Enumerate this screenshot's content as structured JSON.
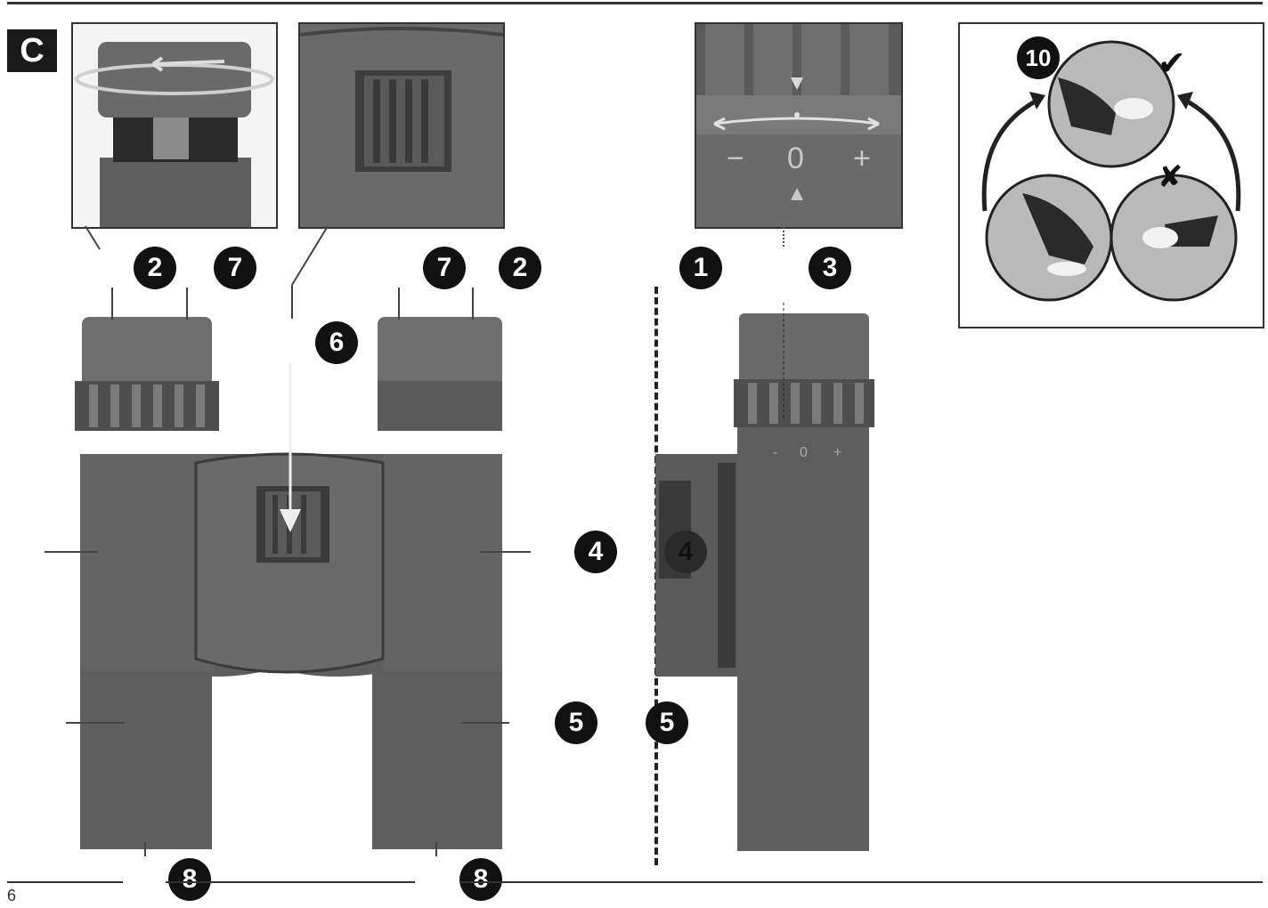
{
  "section_label": "C",
  "page_number": "6",
  "callouts": {
    "c1": "1",
    "c2a": "2",
    "c2b": "2",
    "c3": "3",
    "c4a": "4",
    "c4b": "4",
    "c5a": "5",
    "c5b": "5",
    "c6": "6",
    "c7a": "7",
    "c7b": "7",
    "c8a": "8",
    "c8b": "8",
    "c10": "10"
  },
  "diopter_scale": {
    "minus": "−",
    "zero": "0",
    "plus": "+"
  },
  "side_scale": {
    "minus": "-",
    "zero": "0",
    "plus": "+"
  },
  "marks": {
    "correct": "✔",
    "wrong": "✘"
  },
  "colors": {
    "body": "#6e6e6e",
    "body_dark": "#4a4a4a",
    "ink": "#111111"
  }
}
